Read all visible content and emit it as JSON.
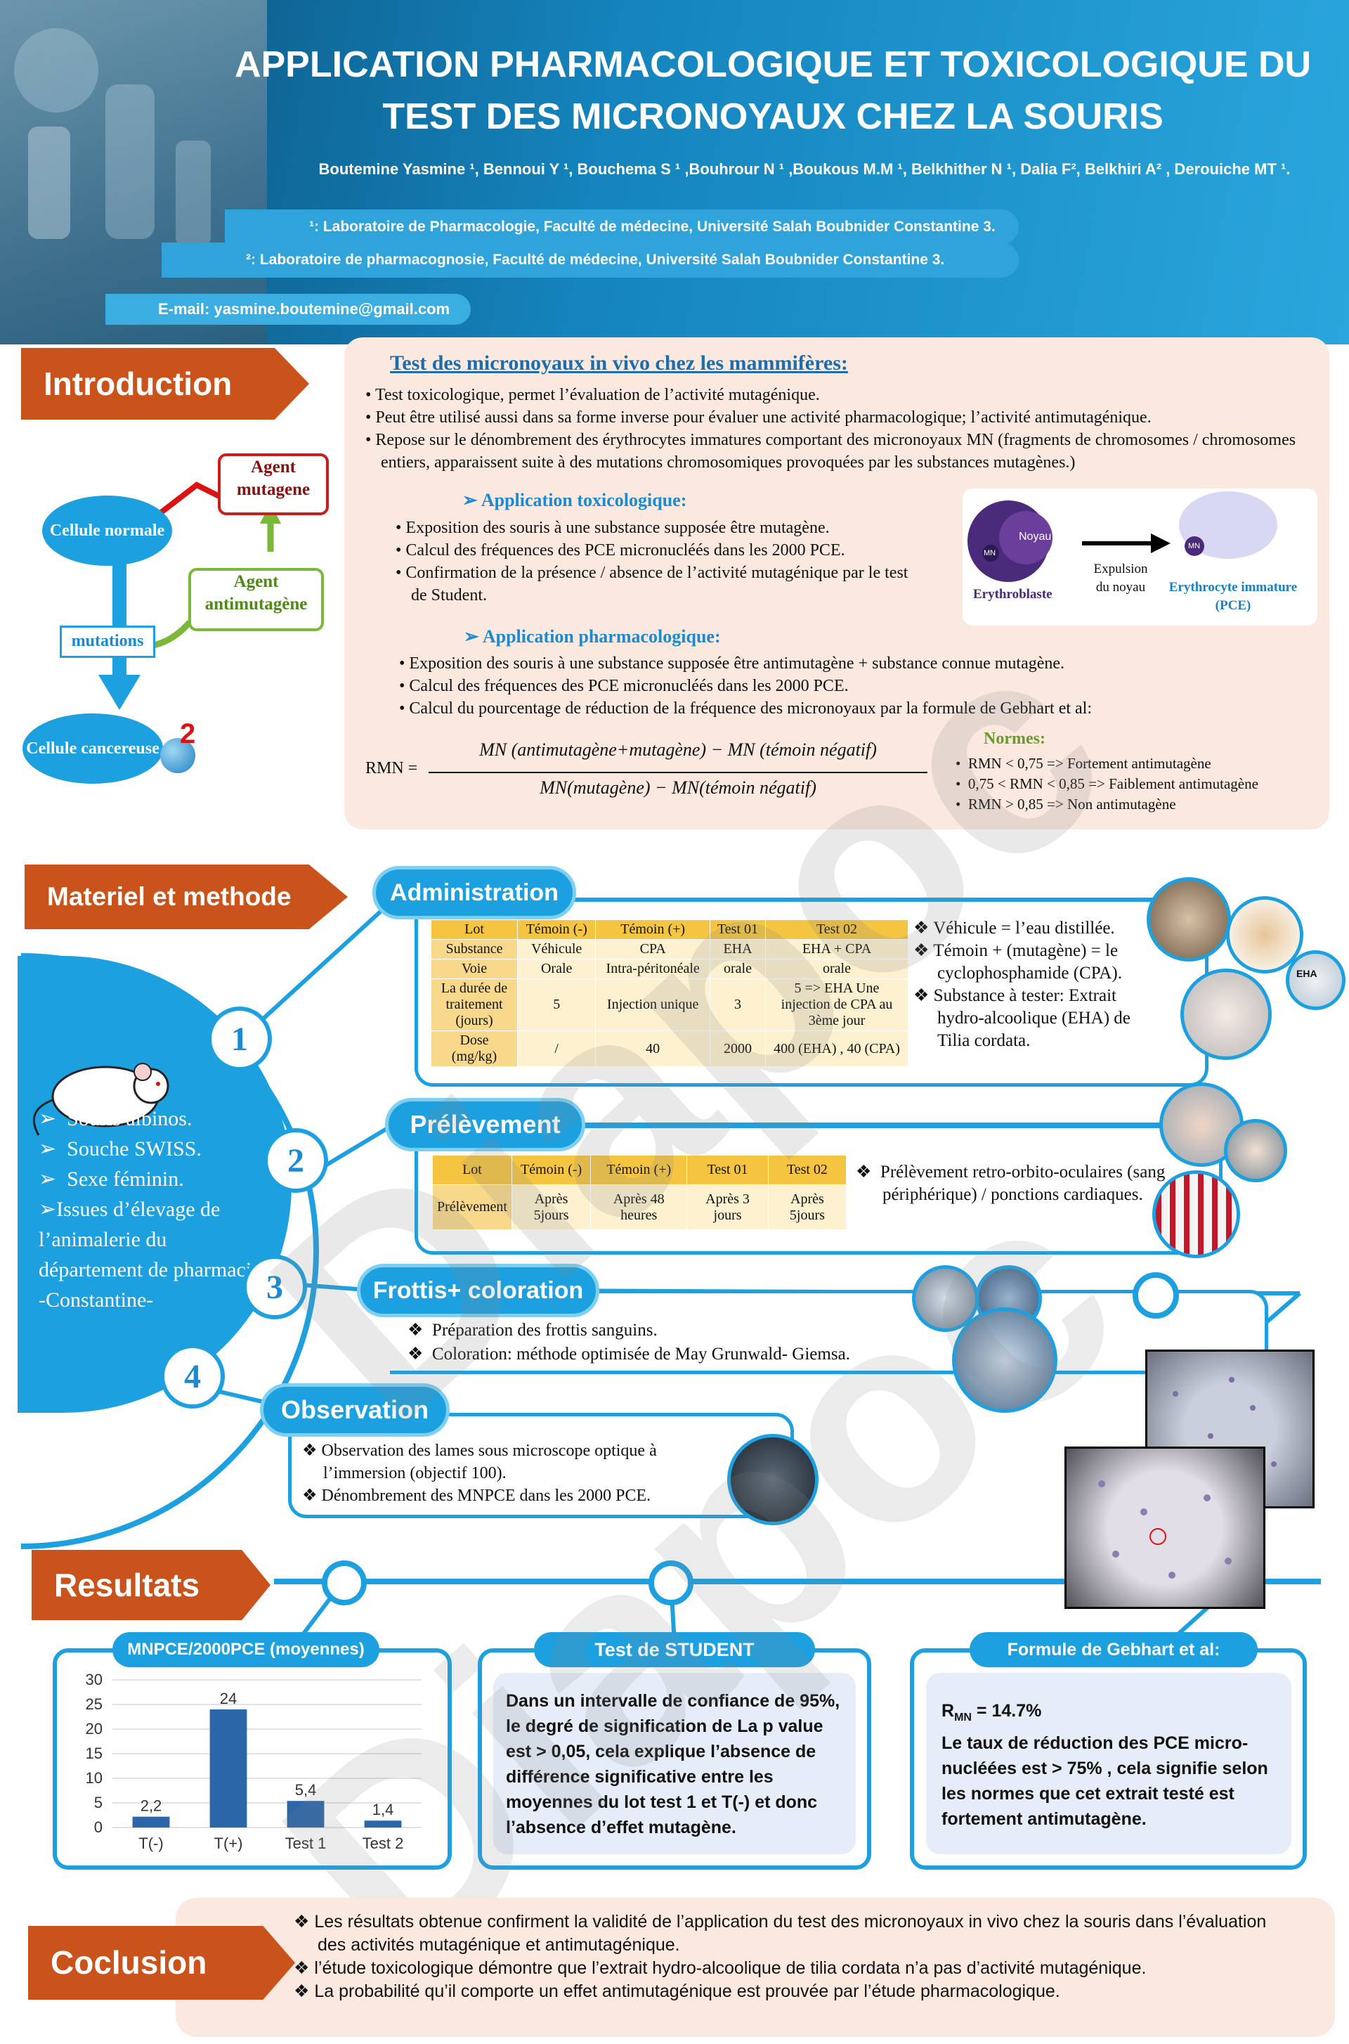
{
  "header": {
    "title_line1": "APPLICATION PHARMACOLOGIQUE ET TOXICOLOGIQUE DU",
    "title_line2": "TEST DES MICRONOYAUX CHEZ LA SOURIS",
    "authors": "Boutemine Yasmine ¹, Bennoui Y ¹, Bouchema S ¹ ,Bouhrour N ¹ ,Boukous M.M  ¹, Belkhither N ¹, Dalia F², Belkhiri A² , Derouiche MT ¹.",
    "affiliation1": "¹: Laboratoire de Pharmacologie, Faculté de médecine, Université Salah Boubnider Constantine 3.",
    "affiliation2": "²: Laboratoire de pharmacognosie, Faculté de médecine, Université Salah Boubnider Constantine 3.",
    "email": "E-mail: yasmine.boutemine@gmail.com"
  },
  "introduction": {
    "tag": "Introduction",
    "heading": "Test des micronoyaux in vivo chez les mammifères:",
    "bullets": [
      "Test toxicologique, permet l’évaluation de l’activité mutagénique.",
      "Peut être utilisé aussi  dans sa forme inverse pour évaluer une activité pharmacologique; l’activité antimutagénique.",
      "Repose sur le dénombrement des érythrocytes immatures comportant des micronoyaux MN (fragments de chromosomes / chromosomes entiers, apparaissent suite à des mutations  chromosomiques provoquées par les substances mutagènes.)"
    ],
    "tox_heading": "Application toxicologique:",
    "tox_bullets": [
      "Exposition des souris à une substance supposée être mutagène.",
      "Calcul des fréquences des PCE micronucléés dans les 2000 PCE.",
      "Confirmation de la présence / absence de l’activité mutagénique par le test de Student."
    ],
    "pharma_heading": "Application pharmacologique:",
    "pharma_bullets": [
      "Exposition des souris à une substance supposée être antimutagène + substance connue mutagène.",
      "Calcul des fréquences des PCE micronucléés dans les 2000 PCE.",
      "Calcul du pourcentage de réduction de la fréquence des micronoyaux par la formule de Gebhart et al:"
    ],
    "formula_lhs": "RMN =",
    "formula_num": "MN (antimutagène+mutagène) − MN (témoin négatif)",
    "formula_den": "MN(mutagène) − MN(témoin négatif)",
    "normes_heading": "Normes:",
    "normes": [
      "RMN < 0,75 => Fortement antimutagène",
      "0,75 < RMN < 0,85 => Faiblement antimutagène",
      "RMN > 0,85 => Non antimutagène"
    ],
    "diagram": {
      "normal_cell": "Cellule normale",
      "agent_mutagene": "Agent mutagene",
      "agent_antimutagene": "Agent antimutagène",
      "mutations": "mutations",
      "cancer_cell": "Cellule cancereuse",
      "badge": "2"
    },
    "cell_figure": {
      "noyau": "Noyau",
      "mn": "MN",
      "mn2": "MN",
      "erythroblaste": "Erythroblaste",
      "expulsion": "Expulsion du noyau",
      "erythrocyte": "Erythrocyte immature (PCE)"
    }
  },
  "methode": {
    "tag": "Materiel et methode",
    "mouse_bullets": [
      "Souris albinos.",
      "Souche SWISS.",
      "Sexe féminin.",
      "Issues  d’élevage de l’animalerie du département de pharmacie -Constantine-"
    ],
    "steps": [
      "1",
      "2",
      "3",
      "4"
    ],
    "administration": {
      "title": "Administration",
      "header": [
        "Lot",
        "Témoin (-)",
        "Témoin (+)",
        "Test 01",
        "Test 02"
      ],
      "rows": [
        [
          "Substance",
          "Véhicule",
          "CPA",
          "EHA",
          "EHA + CPA"
        ],
        [
          "Voie",
          "Orale",
          "Intra-péritonéale",
          "orale",
          "orale"
        ],
        [
          "La durée de traitement (jours)",
          "5",
          "Injection unique",
          "3",
          "5 => EHA Une injection de CPA au 3ème jour"
        ],
        [
          "Dose (mg/kg)",
          "/",
          "40",
          "2000",
          "400 (EHA) , 40 (CPA)"
        ]
      ],
      "notes": [
        "Véhicule = l’eau distillée.",
        "Témoin + (mutagène) = le cyclophosphamide (CPA).",
        "Substance à tester: Extrait hydro-alcoolique (EHA) de Tilia cordata."
      ],
      "photo_label": "EHA"
    },
    "prelevement": {
      "title": "Prélèvement",
      "header": [
        "Lot",
        "Témoin (-)",
        "Témoin (+)",
        "Test 01",
        "Test 02"
      ],
      "row": [
        "Prélèvement",
        "Après 5jours",
        "Après  48 heures",
        "Après 3 jours",
        "Après 5jours"
      ],
      "note": "Prélèvement retro-orbito-oculaires (sang périphérique) / ponctions cardiaques."
    },
    "frottis": {
      "title": "Frottis+ coloration",
      "notes": [
        "Préparation des frottis sanguins.",
        "Coloration: méthode optimisée de May Grunwald- Giemsa."
      ]
    },
    "observation": {
      "title": "Observation",
      "notes": [
        "Observation des lames sous microscope optique à l’immersion (objectif 100).",
        "Dénombrement des MNPCE dans les 2000 PCE."
      ]
    }
  },
  "resultats": {
    "tag": "Resultats",
    "chart_title": "MNPCE/2000PCE (moyennes)",
    "student_title": "Test de STUDENT",
    "student_text": "Dans un intervalle de confiance de 95%, le degré de signification de La p value est > 0,05,  cela explique l’absence de différence significative entre les moyennes du lot test 1 et T(-) et donc l’absence d’effet mutagène.",
    "gebhart_title": "Formule de Gebhart et al:",
    "gebhart_r": "R",
    "gebhart_sub": "MN",
    "gebhart_val": " = 14.7%",
    "gebhart_text": "Le taux de réduction des PCE micro-nucléées est > 75% , cela signifie selon les normes que cet extrait testé est fortement antimutagène."
  },
  "chart_data": {
    "type": "bar",
    "title": "MNPCE/2000PCE (moyennes)",
    "categories": [
      "T(-)",
      "T(+)",
      "Test 1",
      "Test 2"
    ],
    "values": [
      2.2,
      24,
      5.4,
      1.4
    ],
    "value_labels": [
      "2,2",
      "24",
      "5,4",
      "1,4"
    ],
    "yticks": [
      "0",
      "5",
      "10",
      "15",
      "20",
      "25",
      "30"
    ],
    "ylim": [
      0,
      30
    ],
    "grid": true,
    "color": "#2a66a8"
  },
  "conclusion": {
    "tag": "Coclusion",
    "bullets": [
      "Les résultats obtenue confirment la validité de l’application du test des micronoyaux in vivo chez la souris  dans l’évaluation des activités mutagénique et antimutagénique.",
      "l’étude toxicologique démontre que l’extrait hydro-alcoolique de tilia cordata n’a pas d’activité mutagénique.",
      "La probabilité qu’il comporte un effet antimutagénique est prouvée par l’étude pharmacologique."
    ]
  },
  "watermark": {
    "text": "Diapoc"
  },
  "colors": {
    "accent": "#1da0e0",
    "tag": "#c9531a",
    "bar": "#2a66a8"
  }
}
